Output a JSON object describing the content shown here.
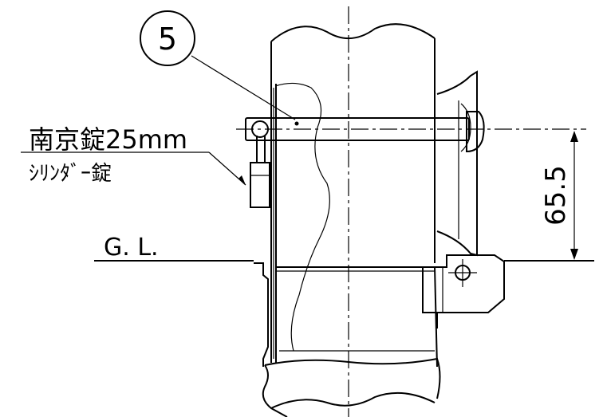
{
  "callout": {
    "number": "5"
  },
  "labels": {
    "lock_name": "南京錠25mm",
    "lock_type": "ｼﾘﾝﾀﾞｰ錠",
    "ground_level": "G. L."
  },
  "dimension": {
    "value": "65.5"
  },
  "colors": {
    "ink": "#000000",
    "background": "#ffffff"
  }
}
